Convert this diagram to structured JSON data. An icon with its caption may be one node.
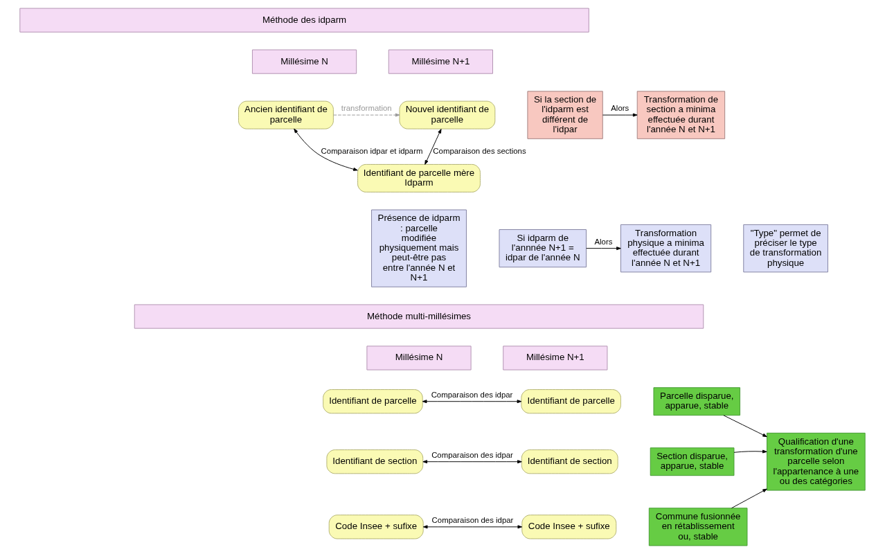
{
  "diagram": {
    "nodes": [
      {
        "text": [
          "Méthode des idparm"
        ]
      },
      {
        "text": [
          "Millésime N"
        ]
      },
      {
        "text": [
          "Millésime N+1"
        ]
      },
      {
        "text": [
          "Ancien identifiant de parcelle"
        ]
      },
      {
        "text": [
          "Nouvel identifiant de parcelle"
        ]
      },
      {
        "text": [
          "Identifiant de parcelle mère Idparm"
        ]
      },
      {
        "text": [
          "Si la section de l'idparm est différent de l'idpar"
        ]
      },
      {
        "text": [
          "Transformation de section a minima effectuée durant l'année N et N+1"
        ]
      },
      {
        "text": [
          "Présence de idparm : parcelle modifiée physiquement mais peut-être pas entre l'année N et N+1"
        ]
      },
      {
        "text": [
          "Si idparm de l'annnée N+1 = idpar de l'année N"
        ]
      },
      {
        "text": [
          "Transformation physique a minima effectuée durant l'année N et N+1"
        ]
      },
      {
        "text": [
          "\"Type\" permet de préciser le type de transformation physique"
        ]
      },
      {
        "text": [
          "Méthode multi-millésimes"
        ]
      },
      {
        "text": [
          "Millésime N"
        ]
      },
      {
        "text": [
          "Millésime N+1"
        ]
      },
      {
        "text": [
          "Identifiant de parcelle"
        ]
      },
      {
        "text": [
          "Identifiant de parcelle"
        ]
      },
      {
        "text": [
          "Identifiant de section"
        ]
      },
      {
        "text": [
          "Identifiant de section"
        ]
      },
      {
        "text": [
          "Code Insee + sufixe"
        ]
      },
      {
        "text": [
          "Code Insee + sufixe"
        ]
      },
      {
        "text": [
          "Parcelle disparue, apparue, stable"
        ]
      },
      {
        "text": [
          "Section disparue, apparue, stable"
        ]
      },
      {
        "text": [
          "Commune fusionnée en rétablissement ou, stable"
        ]
      },
      {
        "text": [
          "Qualification d'une transformation d'une parcelle selon l'appartenance à une ou des catégories"
        ]
      }
    ],
    "edges": [
      {
        "from": 3,
        "to": 4,
        "arrow": "to",
        "label": "transformation",
        "style": "dashed",
        "color": "#999999"
      },
      {
        "from": 4,
        "to": 5,
        "arrow": "both",
        "label": "Comparaison des sections"
      },
      {
        "from": 3,
        "to": 5,
        "arrow": "both",
        "label": "Comparaison idpar et idparm"
      },
      {
        "from": 6,
        "to": 7,
        "arrow": "to",
        "label": "Alors"
      },
      {
        "from": 9,
        "to": 10,
        "arrow": "to",
        "label": "Alors"
      },
      {
        "from": 15,
        "to": 16,
        "arrow": "both",
        "label": "Comparaison des idpar"
      },
      {
        "from": 17,
        "to": 18,
        "arrow": "both",
        "label": "Comparaison des idpar"
      },
      {
        "from": 19,
        "to": 20,
        "arrow": "both",
        "label": "Comparaison des idpar"
      },
      {
        "from": 21,
        "to": 24,
        "arrow": "to"
      },
      {
        "from": 22,
        "to": 24,
        "arrow": "to"
      },
      {
        "from": 23,
        "to": 24,
        "arrow": "to"
      }
    ]
  }
}
